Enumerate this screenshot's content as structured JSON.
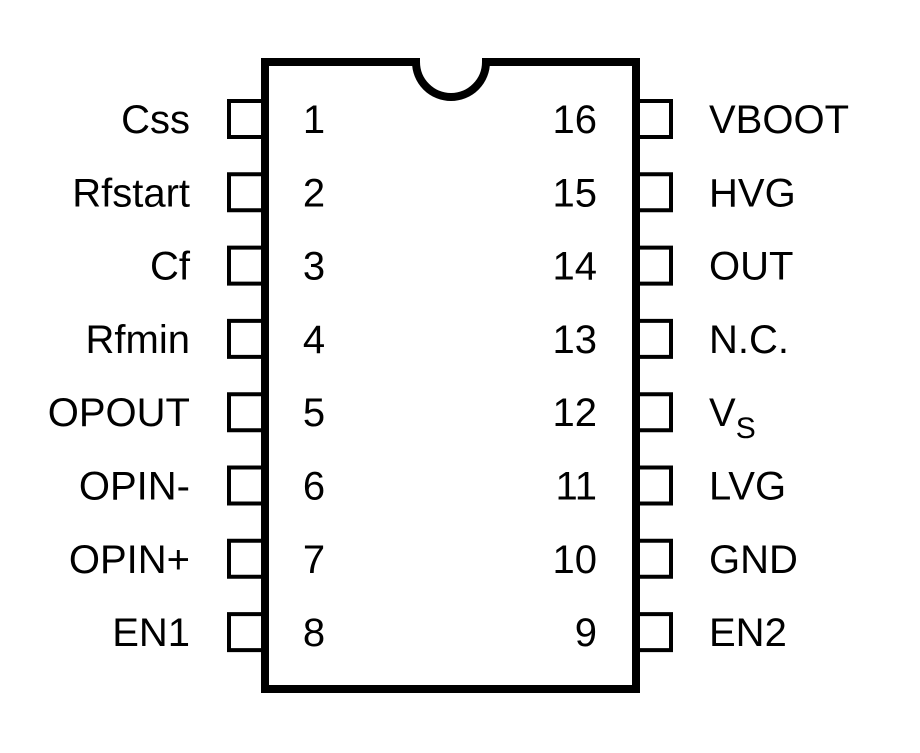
{
  "colors": {
    "line": "#000000",
    "background": "#ffffff"
  },
  "package": {
    "type": "DIP-16",
    "notch": "top-center"
  },
  "left_pins": [
    {
      "number": "1",
      "name": "Css"
    },
    {
      "number": "2",
      "name": "Rfstart"
    },
    {
      "number": "3",
      "name": "Cf"
    },
    {
      "number": "4",
      "name": "Rfmin"
    },
    {
      "number": "5",
      "name": "OPOUT"
    },
    {
      "number": "6",
      "name": "OPIN-"
    },
    {
      "number": "7",
      "name": "OPIN+"
    },
    {
      "number": "8",
      "name": "EN1"
    }
  ],
  "right_pins": [
    {
      "number": "16",
      "name": "VBOOT"
    },
    {
      "number": "15",
      "name": "HVG"
    },
    {
      "number": "14",
      "name": "OUT"
    },
    {
      "number": "13",
      "name": "N.C."
    },
    {
      "number": "12",
      "name": "V",
      "subscript": "S"
    },
    {
      "number": "11",
      "name": "LVG"
    },
    {
      "number": "10",
      "name": "GND"
    },
    {
      "number": "9",
      "name": "EN2"
    }
  ]
}
